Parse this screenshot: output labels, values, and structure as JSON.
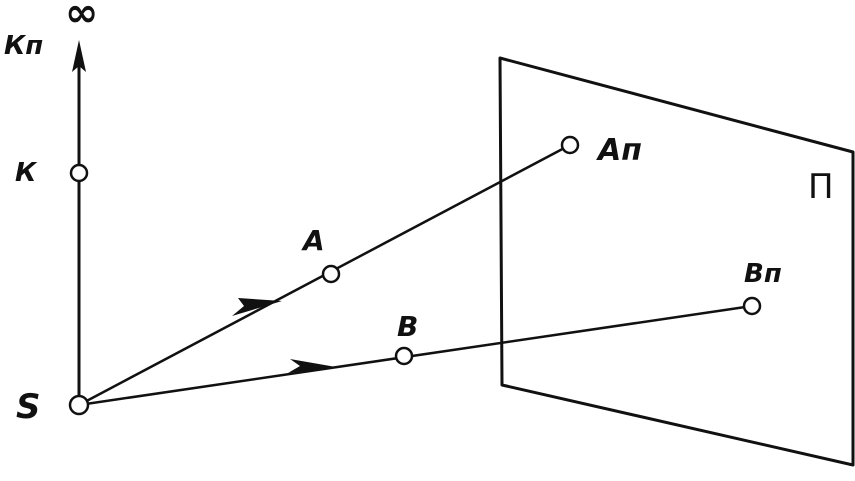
{
  "labels": {
    "infinity": "∞",
    "k_projection": "Кп",
    "k": "К",
    "a": "A",
    "a_projection": "Aп",
    "b": "B",
    "b_projection": "Bп",
    "s": "S",
    "plane": "П"
  },
  "colors": {
    "ink": "#111111",
    "background": "#ffffff"
  }
}
